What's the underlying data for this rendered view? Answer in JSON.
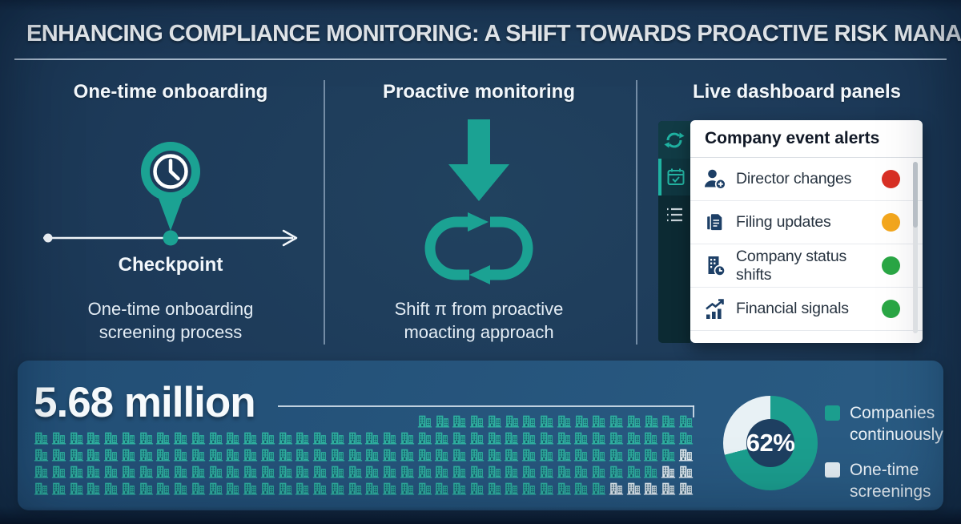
{
  "title": "ENHANCING COMPLIANCE MONITORING: A SHIFT TOWARDS PROACTIVE RISK MANAGEMENT",
  "columns": {
    "onboarding": {
      "heading": "One-time onboarding",
      "checkpoint_label": "Checkpoint",
      "description": "One-time onboarding screening process"
    },
    "monitoring": {
      "heading": "Proactive monitoring",
      "description": "Shift π from proactive moacting approach"
    },
    "dashboard": {
      "heading": "Live dashboard panels",
      "card": {
        "title": "Company event alerts",
        "rows": [
          {
            "label": "Director changes",
            "icon": "person-add-icon",
            "status_color": "#d93025"
          },
          {
            "label": "Filing updates",
            "icon": "documents-icon",
            "status_color": "#f4a71d"
          },
          {
            "label": "Company status shifts",
            "icon": "building-clock-icon",
            "status_color": "#2aa745"
          },
          {
            "label": "Financial signals",
            "icon": "trend-chart-icon",
            "status_color": "#2aa745"
          }
        ],
        "sidebar_icons": [
          "sync-icon",
          "calendar-check-icon",
          "list-icon"
        ]
      }
    }
  },
  "stats_panel": {
    "headline": "5.68 million",
    "donut_center_label": "62%",
    "legend": [
      {
        "label": "Companies continuously",
        "color": "#1b9e8e"
      },
      {
        "label": "One-time screenings",
        "color": "#e2ecf1"
      }
    ]
  },
  "chart_data": [
    {
      "type": "pie",
      "donut": true,
      "labels": [
        "Companies continuously",
        "One-time screenings"
      ],
      "values": [
        62,
        38
      ],
      "colors": [
        "#1b9e8e",
        "#e8f1f5"
      ],
      "center_label": "62%",
      "legend_position": "right",
      "visual_teal_sweep_percent": 71
    },
    {
      "type": "pictograph",
      "headline": "5.68 million",
      "icon": "building-icon",
      "row_counts": [
        16,
        38,
        38,
        38,
        38
      ],
      "white_icons_at_row_end": [
        0,
        0,
        1,
        2,
        5
      ],
      "icon_color": "#2fb0a0",
      "alt_icon_color": "#e2ecf1"
    }
  ],
  "colors": {
    "background": "#1d3a59",
    "accent_teal": "#1ba293",
    "panel_blue": "#24527a",
    "card_white": "#ffffff",
    "icon_navy": "#1d3f66"
  }
}
